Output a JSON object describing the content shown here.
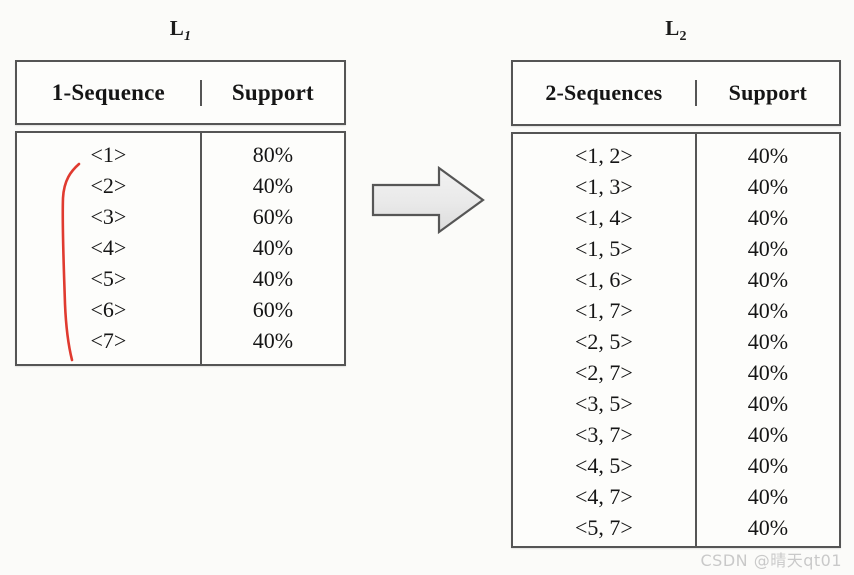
{
  "figure": {
    "background_color": "#fbfbf9",
    "arrow": {
      "label": "transforms-to",
      "fill_color": "#e8e8e8",
      "stroke_color": "#555555"
    },
    "annotation": {
      "color": "#e03a2f",
      "curve_label": "red-bracket-mark",
      "dot_label": "red-dot-mark"
    },
    "watermark": "CSDN @晴天qt01"
  },
  "tables": {
    "l1": {
      "caption_base": "L",
      "caption_sub": "1",
      "columns": [
        "1-Sequence",
        "Support"
      ],
      "rows": [
        {
          "sequence": "<1>",
          "support": "80%"
        },
        {
          "sequence": "<2>",
          "support": "40%"
        },
        {
          "sequence": "<3>",
          "support": "60%"
        },
        {
          "sequence": "<4>",
          "support": "40%"
        },
        {
          "sequence": "<5>",
          "support": "40%"
        },
        {
          "sequence": "<6>",
          "support": "60%"
        },
        {
          "sequence": "<7>",
          "support": "40%"
        }
      ]
    },
    "l2": {
      "caption_base": "L",
      "caption_sub": "2",
      "columns": [
        "2-Sequences",
        "Support"
      ],
      "rows": [
        {
          "sequence": "<1, 2>",
          "support": "40%"
        },
        {
          "sequence": "<1, 3>",
          "support": "40%"
        },
        {
          "sequence": "<1, 4>",
          "support": "40%"
        },
        {
          "sequence": "<1, 5>",
          "support": "40%"
        },
        {
          "sequence": "<1, 6>",
          "support": "40%"
        },
        {
          "sequence": "<1, 7>",
          "support": "40%"
        },
        {
          "sequence": "<2, 5>",
          "support": "40%"
        },
        {
          "sequence": "<2, 7>",
          "support": "40%"
        },
        {
          "sequence": "<3, 5>",
          "support": "40%"
        },
        {
          "sequence": "<3, 7>",
          "support": "40%"
        },
        {
          "sequence": "<4, 5>",
          "support": "40%"
        },
        {
          "sequence": "<4, 7>",
          "support": "40%"
        },
        {
          "sequence": "<5, 7>",
          "support": "40%"
        }
      ]
    }
  }
}
